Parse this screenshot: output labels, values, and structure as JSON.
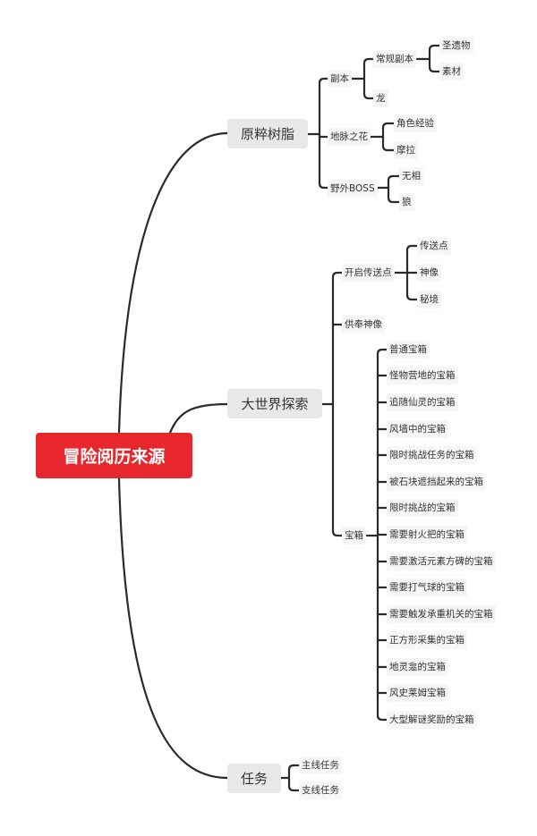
{
  "root": "冒险阅历来源",
  "branches": [
    {
      "label": "原粹树脂",
      "children": [
        {
          "label": "副本",
          "children": [
            {
              "label": "常规副本",
              "children": [
                "圣遗物",
                "素材"
              ]
            },
            {
              "label": "龙"
            }
          ]
        },
        {
          "label": "地脉之花",
          "children": [
            "角色经验",
            "摩拉"
          ]
        },
        {
          "label": "野外BOSS",
          "children": [
            "无相",
            "狼"
          ]
        }
      ]
    },
    {
      "label": "大世界探索",
      "children": [
        {
          "label": "开启传送点",
          "children": [
            "传送点",
            "神像",
            "秘境"
          ]
        },
        {
          "label": "供奉神像"
        },
        {
          "label": "宝箱",
          "children": [
            "普通宝箱",
            "怪物营地的宝箱",
            "追随仙灵的宝箱",
            "风墙中的宝箱",
            "限时挑战任务的宝箱",
            "被石块遮挡起来的宝箱",
            "限时挑战的宝箱",
            "需要射火把的宝箱",
            "需要激活元素方碑的宝箱",
            "需要打气球的宝箱",
            "需要触发承重机关的宝箱",
            "正方形采集的宝箱",
            "地灵龛的宝箱",
            "风史莱姆宝箱",
            "大型解谜奖励的宝箱"
          ]
        }
      ]
    },
    {
      "label": "任务",
      "children": [
        "主线任务",
        "支线任务"
      ]
    }
  ]
}
